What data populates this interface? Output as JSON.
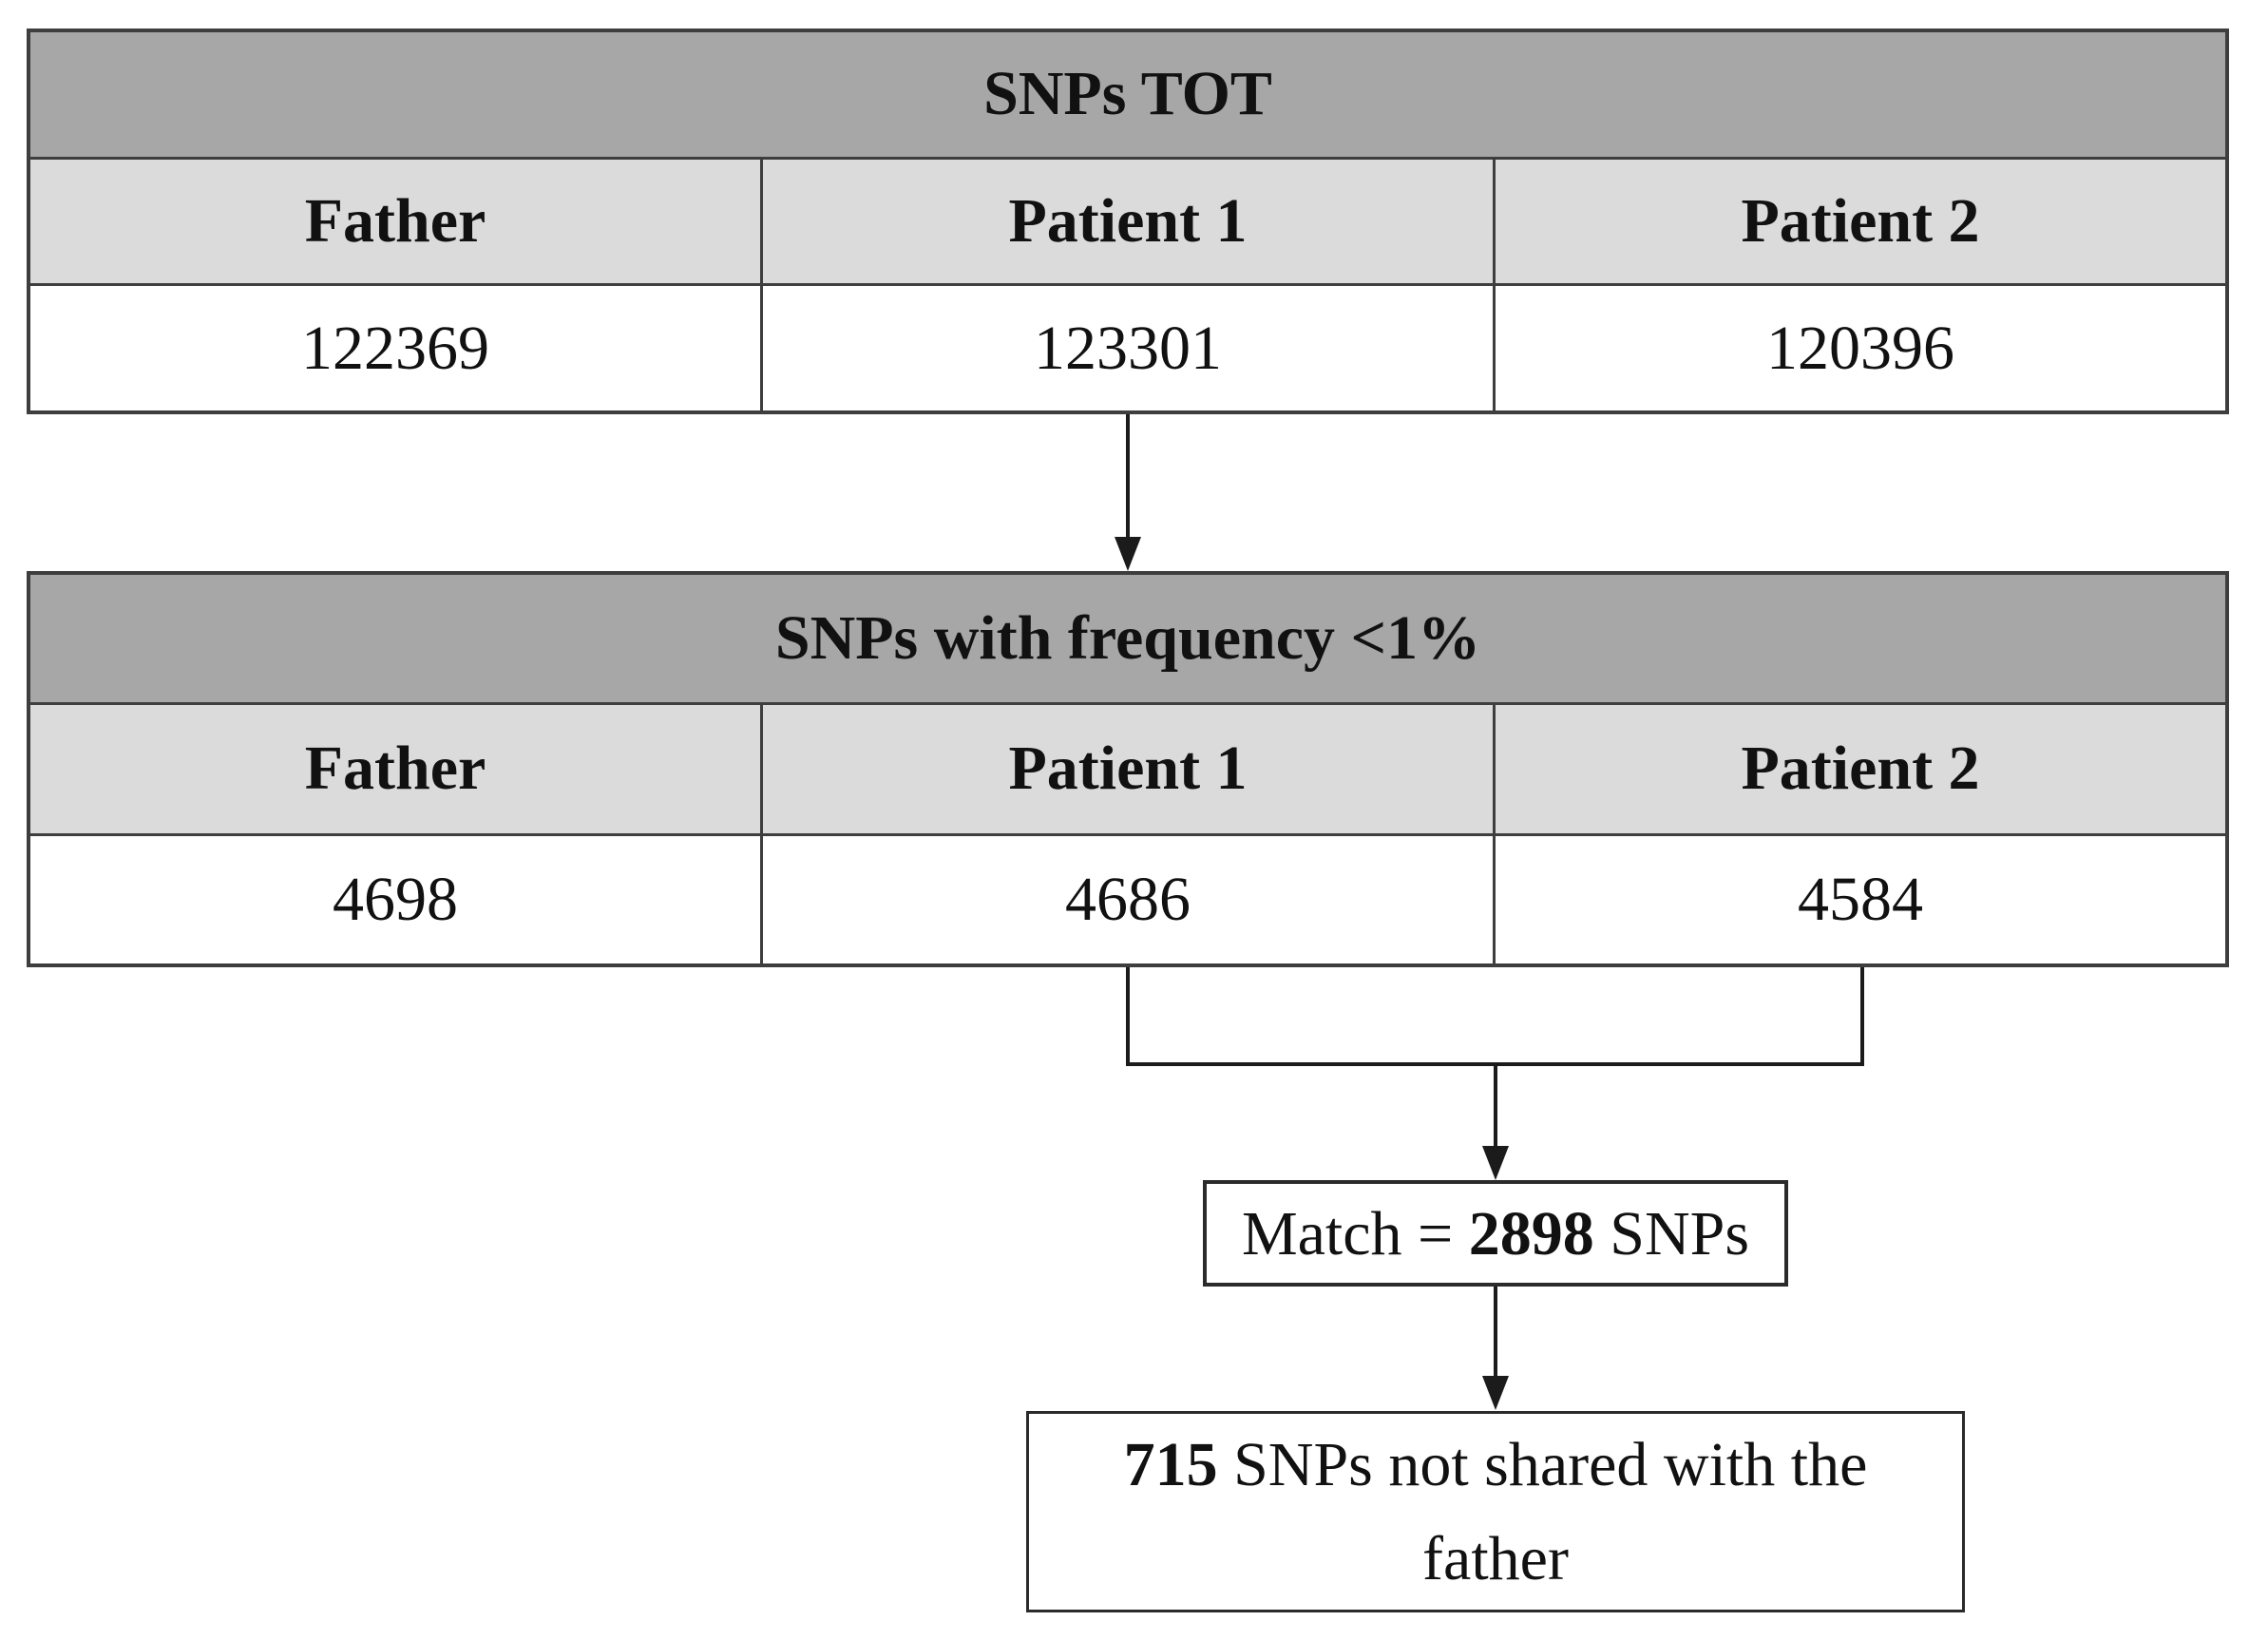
{
  "figure": {
    "tables": [
      {
        "title": "SNPs TOT",
        "columns": [
          "Father",
          "Patient 1",
          "Patient 2"
        ],
        "values": [
          "122369",
          "123301",
          "120396"
        ]
      },
      {
        "title": "SNPs with frequency <1%",
        "columns": [
          "Father",
          "Patient 1",
          "Patient 2"
        ],
        "values": [
          "4698",
          "4686",
          "4584"
        ]
      }
    ],
    "match_box": {
      "prefix": "Match = ",
      "value": "2898",
      "suffix": " SNPs"
    },
    "result_box": {
      "value": "715",
      "suffix": " SNPs not shared with the father"
    },
    "colors": {
      "header_bg": "#a7a7a7",
      "subheader_bg": "#dbdbdb",
      "table_border": "#3e3e3e",
      "box_border": "#2b2b2b",
      "line": "#1b1b1b",
      "text": "#111111",
      "background": "#ffffff"
    }
  }
}
